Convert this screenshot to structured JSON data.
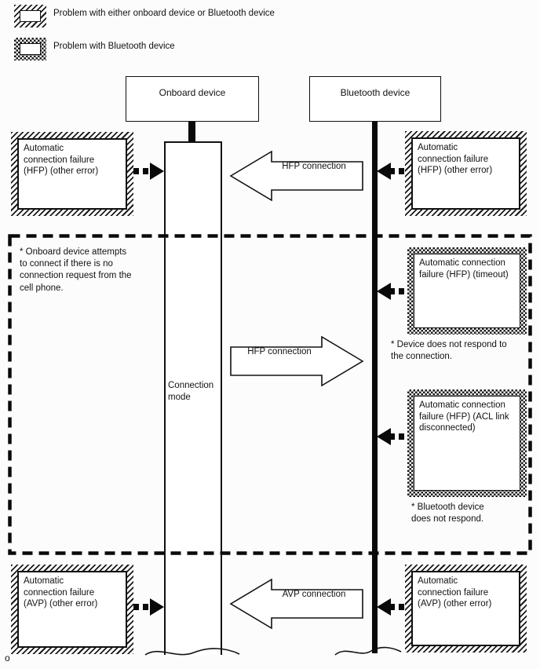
{
  "colors": {
    "ink": "#111111",
    "paper": "#fcfcfc"
  },
  "legend": {
    "items": [
      {
        "style": "hatched",
        "label": "Problem with either onboard device or Bluetooth device"
      },
      {
        "style": "dotted",
        "label": "Problem with Bluetooth device"
      }
    ]
  },
  "devices": {
    "onboard": {
      "label": "Onboard device"
    },
    "bluetooth": {
      "label": "Bluetooth device"
    }
  },
  "lifelines": {
    "connection_mode_label": "Connection\nmode"
  },
  "arrows": {
    "hfp_top": {
      "label": "HFP connection",
      "direction": "left"
    },
    "hfp_mid": {
      "label": "HFP connection",
      "direction": "right"
    },
    "avp_bottom": {
      "label": "AVP connection",
      "direction": "left"
    }
  },
  "failure_boxes": {
    "top_left": {
      "style": "hatched",
      "text": "Automatic\nconnection failure\n(HFP) (other error)"
    },
    "top_right": {
      "style": "hatched",
      "text": "Automatic\nconnection failure\n(HFP) (other error)"
    },
    "timeout": {
      "style": "dotted",
      "text": "Automatic connection\nfailure (HFP) (timeout)"
    },
    "acl": {
      "style": "dotted",
      "text": "Automatic connection\nfailure (HFP) (ACL link\ndisconnected)"
    },
    "bottom_left": {
      "style": "hatched",
      "text": "Automatic\nconnection failure\n(AVP) (other error)"
    },
    "bottom_right": {
      "style": "hatched",
      "text": "Automatic\nconnection failure\n(AVP) (other error)"
    }
  },
  "notes": {
    "onboard_attempts": "* Onboard device attempts\nto connect if there is no\nconnection request from the\ncell phone.",
    "device_no_respond": "* Device does not respond to\nthe connection.",
    "bluetooth_no_respond": "* Bluetooth device\ndoes not respond."
  },
  "stray": {
    "bottom_left_char": "o"
  }
}
